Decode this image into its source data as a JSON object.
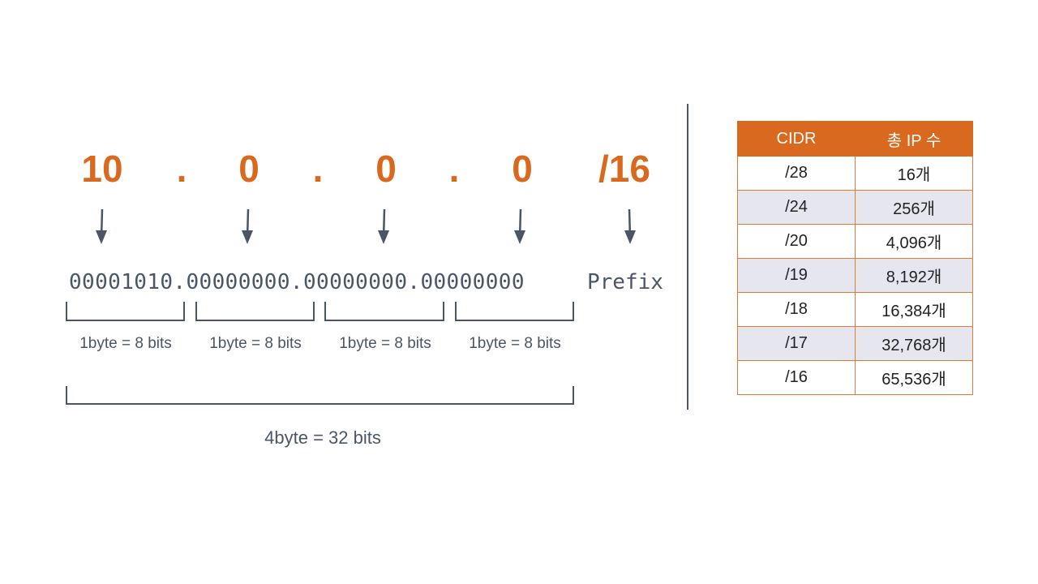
{
  "colors": {
    "accent": "#d9691e",
    "text": "#4a5668",
    "row_alt": "#e6e6ee"
  },
  "diagram": {
    "octets": [
      "10",
      "0",
      "0",
      "0"
    ],
    "dot": ".",
    "prefix": "/16",
    "binary": "00001010.00000000.00000000.00000000",
    "prefix_label": "Prefix",
    "byte_label": "1byte = 8 bits",
    "total_label": "4byte = 32 bits"
  },
  "table": {
    "headers": [
      "CIDR",
      "총 IP 수"
    ],
    "rows": [
      [
        "/28",
        "16개"
      ],
      [
        "/24",
        "256개"
      ],
      [
        "/20",
        "4,096개"
      ],
      [
        "/19",
        "8,192개"
      ],
      [
        "/18",
        "16,384개"
      ],
      [
        "/17",
        "32,768개"
      ],
      [
        "/16",
        "65,536개"
      ]
    ]
  }
}
